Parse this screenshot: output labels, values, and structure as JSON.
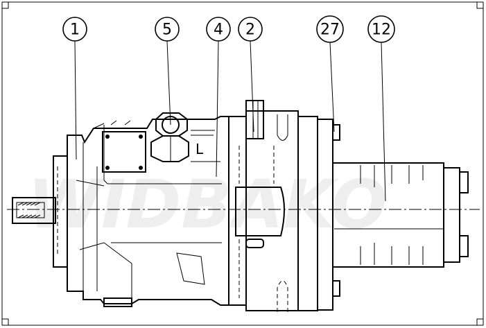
{
  "watermark": "WIDBAKO",
  "balloons": [
    {
      "id": "balloon-1",
      "label": "1"
    },
    {
      "id": "balloon-5",
      "label": "5"
    },
    {
      "id": "balloon-4",
      "label": "4"
    },
    {
      "id": "balloon-2",
      "label": "2"
    },
    {
      "id": "balloon-27",
      "label": "27"
    },
    {
      "id": "balloon-12",
      "label": "12"
    }
  ],
  "port_label": "L"
}
